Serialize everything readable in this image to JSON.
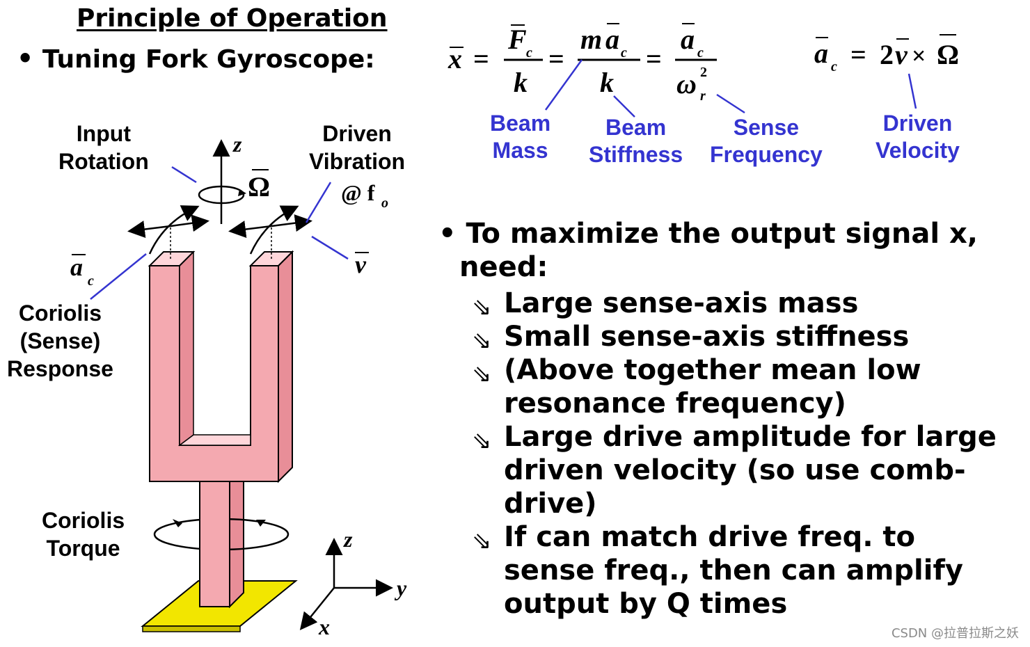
{
  "title": "Principle of Operation",
  "subtitle": "Tuning Fork Gyroscope:",
  "diagram_labels": {
    "input_rotation": [
      "Input",
      "Rotation"
    ],
    "driven_vibration": [
      "Driven",
      "Vibration"
    ],
    "driven_freq": "@ f",
    "driven_freq_sub": "o",
    "coriolis_response": [
      "Coriolis",
      "(Sense)",
      "Response"
    ],
    "coriolis_torque": [
      "Coriolis",
      "Torque"
    ],
    "z_axis_top": "z",
    "z_axis_bottom": "z",
    "y_axis": "y",
    "x_axis": "x",
    "omega": "Ω",
    "accel": "a",
    "accel_sub": "c",
    "velocity": "v"
  },
  "equation_labels": {
    "beam_mass": [
      "Beam",
      "Mass"
    ],
    "beam_stiffness": [
      "Beam",
      "Stiffness"
    ],
    "sense_frequency": [
      "Sense",
      "Frequency"
    ],
    "driven_velocity": [
      "Driven",
      "Velocity"
    ]
  },
  "equation_symbols": {
    "x": "x",
    "F": "F",
    "c": "c",
    "k": "k",
    "m": "m",
    "a": "a",
    "omega_r": "ω",
    "r": "r",
    "two": "2",
    "two_exp": "2",
    "v": "v",
    "times": "×",
    "Omega": "Ω",
    "equals": "="
  },
  "bullet_main": [
    "To maximize the output signal x,",
    "need:"
  ],
  "sub_bullets": [
    "Large sense-axis mass",
    "Small sense-axis stiffness",
    "(Above together mean low resonance frequency)",
    "Large drive amplitude for large driven velocity (so use comb-drive)",
    "If can match drive freq. to sense freq., then can amplify output by Q times"
  ],
  "arrow_glyph": "⇘",
  "bullet_glyph": "•",
  "watermark": "CSDN @拉普拉斯之妖",
  "colors": {
    "fork_fill": "#f4a9b0",
    "fork_top": "#ffd6da",
    "fork_side": "#e88e98",
    "base_fill": "#f2e600",
    "label_blue": "#3434d0"
  }
}
